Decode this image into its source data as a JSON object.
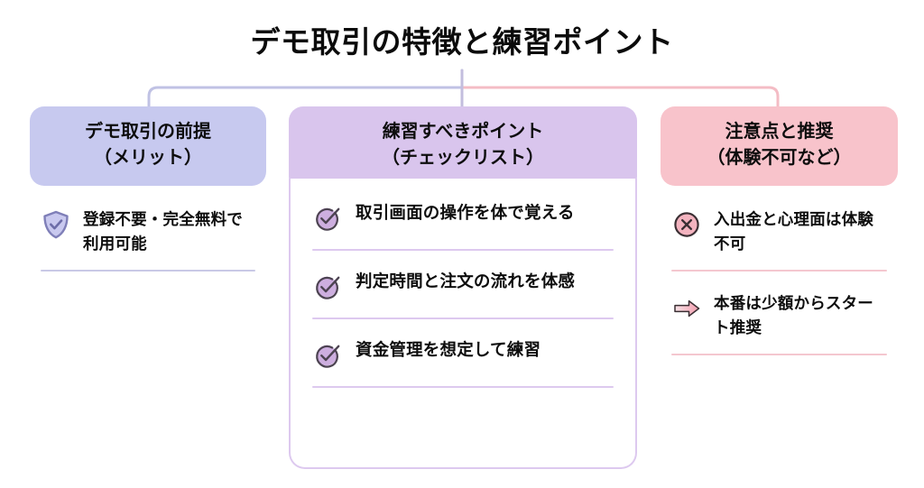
{
  "title": "デモ取引の特徴と練習ポイント",
  "colors": {
    "left_header_bg": "#c7c9ef",
    "mid_header_bg": "#d9c5ed",
    "right_header_bg": "#f8c3cb",
    "left_connector": "#c0c2e4",
    "right_connector": "#f4bcc5",
    "card_border": "#ddc9ef",
    "divider_blue": "#c9c9e6",
    "divider_purple": "#ddc9ef",
    "divider_pink": "#f4c7cf",
    "shield_fill": "#c9c9ef",
    "shield_stroke": "#7f7fb8",
    "check_fill": "#cdaedf",
    "check_stroke": "#4c4351",
    "cross_fill": "#f3b3bf",
    "cross_stroke": "#3a2f33",
    "arrow_fill": "#f6bcc8",
    "arrow_stroke": "#3a2f33"
  },
  "columns": [
    {
      "id": "left",
      "header_line1": "デモ取引の前提",
      "header_line2": "（メリット）",
      "items": [
        {
          "icon": "shield-check-icon",
          "text": "登録不要・完全無料で利用可能"
        }
      ]
    },
    {
      "id": "middle",
      "header_line1": "練習すべきポイント",
      "header_line2": "（チェックリスト）",
      "items": [
        {
          "icon": "circle-check-icon",
          "text": "取引画面の操作を体で覚える"
        },
        {
          "icon": "circle-check-icon",
          "text": "判定時間と注文の流れを体感"
        },
        {
          "icon": "circle-check-icon",
          "text": "資金管理を想定して練習"
        }
      ]
    },
    {
      "id": "right",
      "header_line1": "注意点と推奨",
      "header_line2": "（体験不可など）",
      "items": [
        {
          "icon": "circle-cross-icon",
          "text": "入出金と心理面は体験不可"
        },
        {
          "icon": "arrow-right-icon",
          "text": "本番は少額からスタート推奨"
        }
      ]
    }
  ]
}
